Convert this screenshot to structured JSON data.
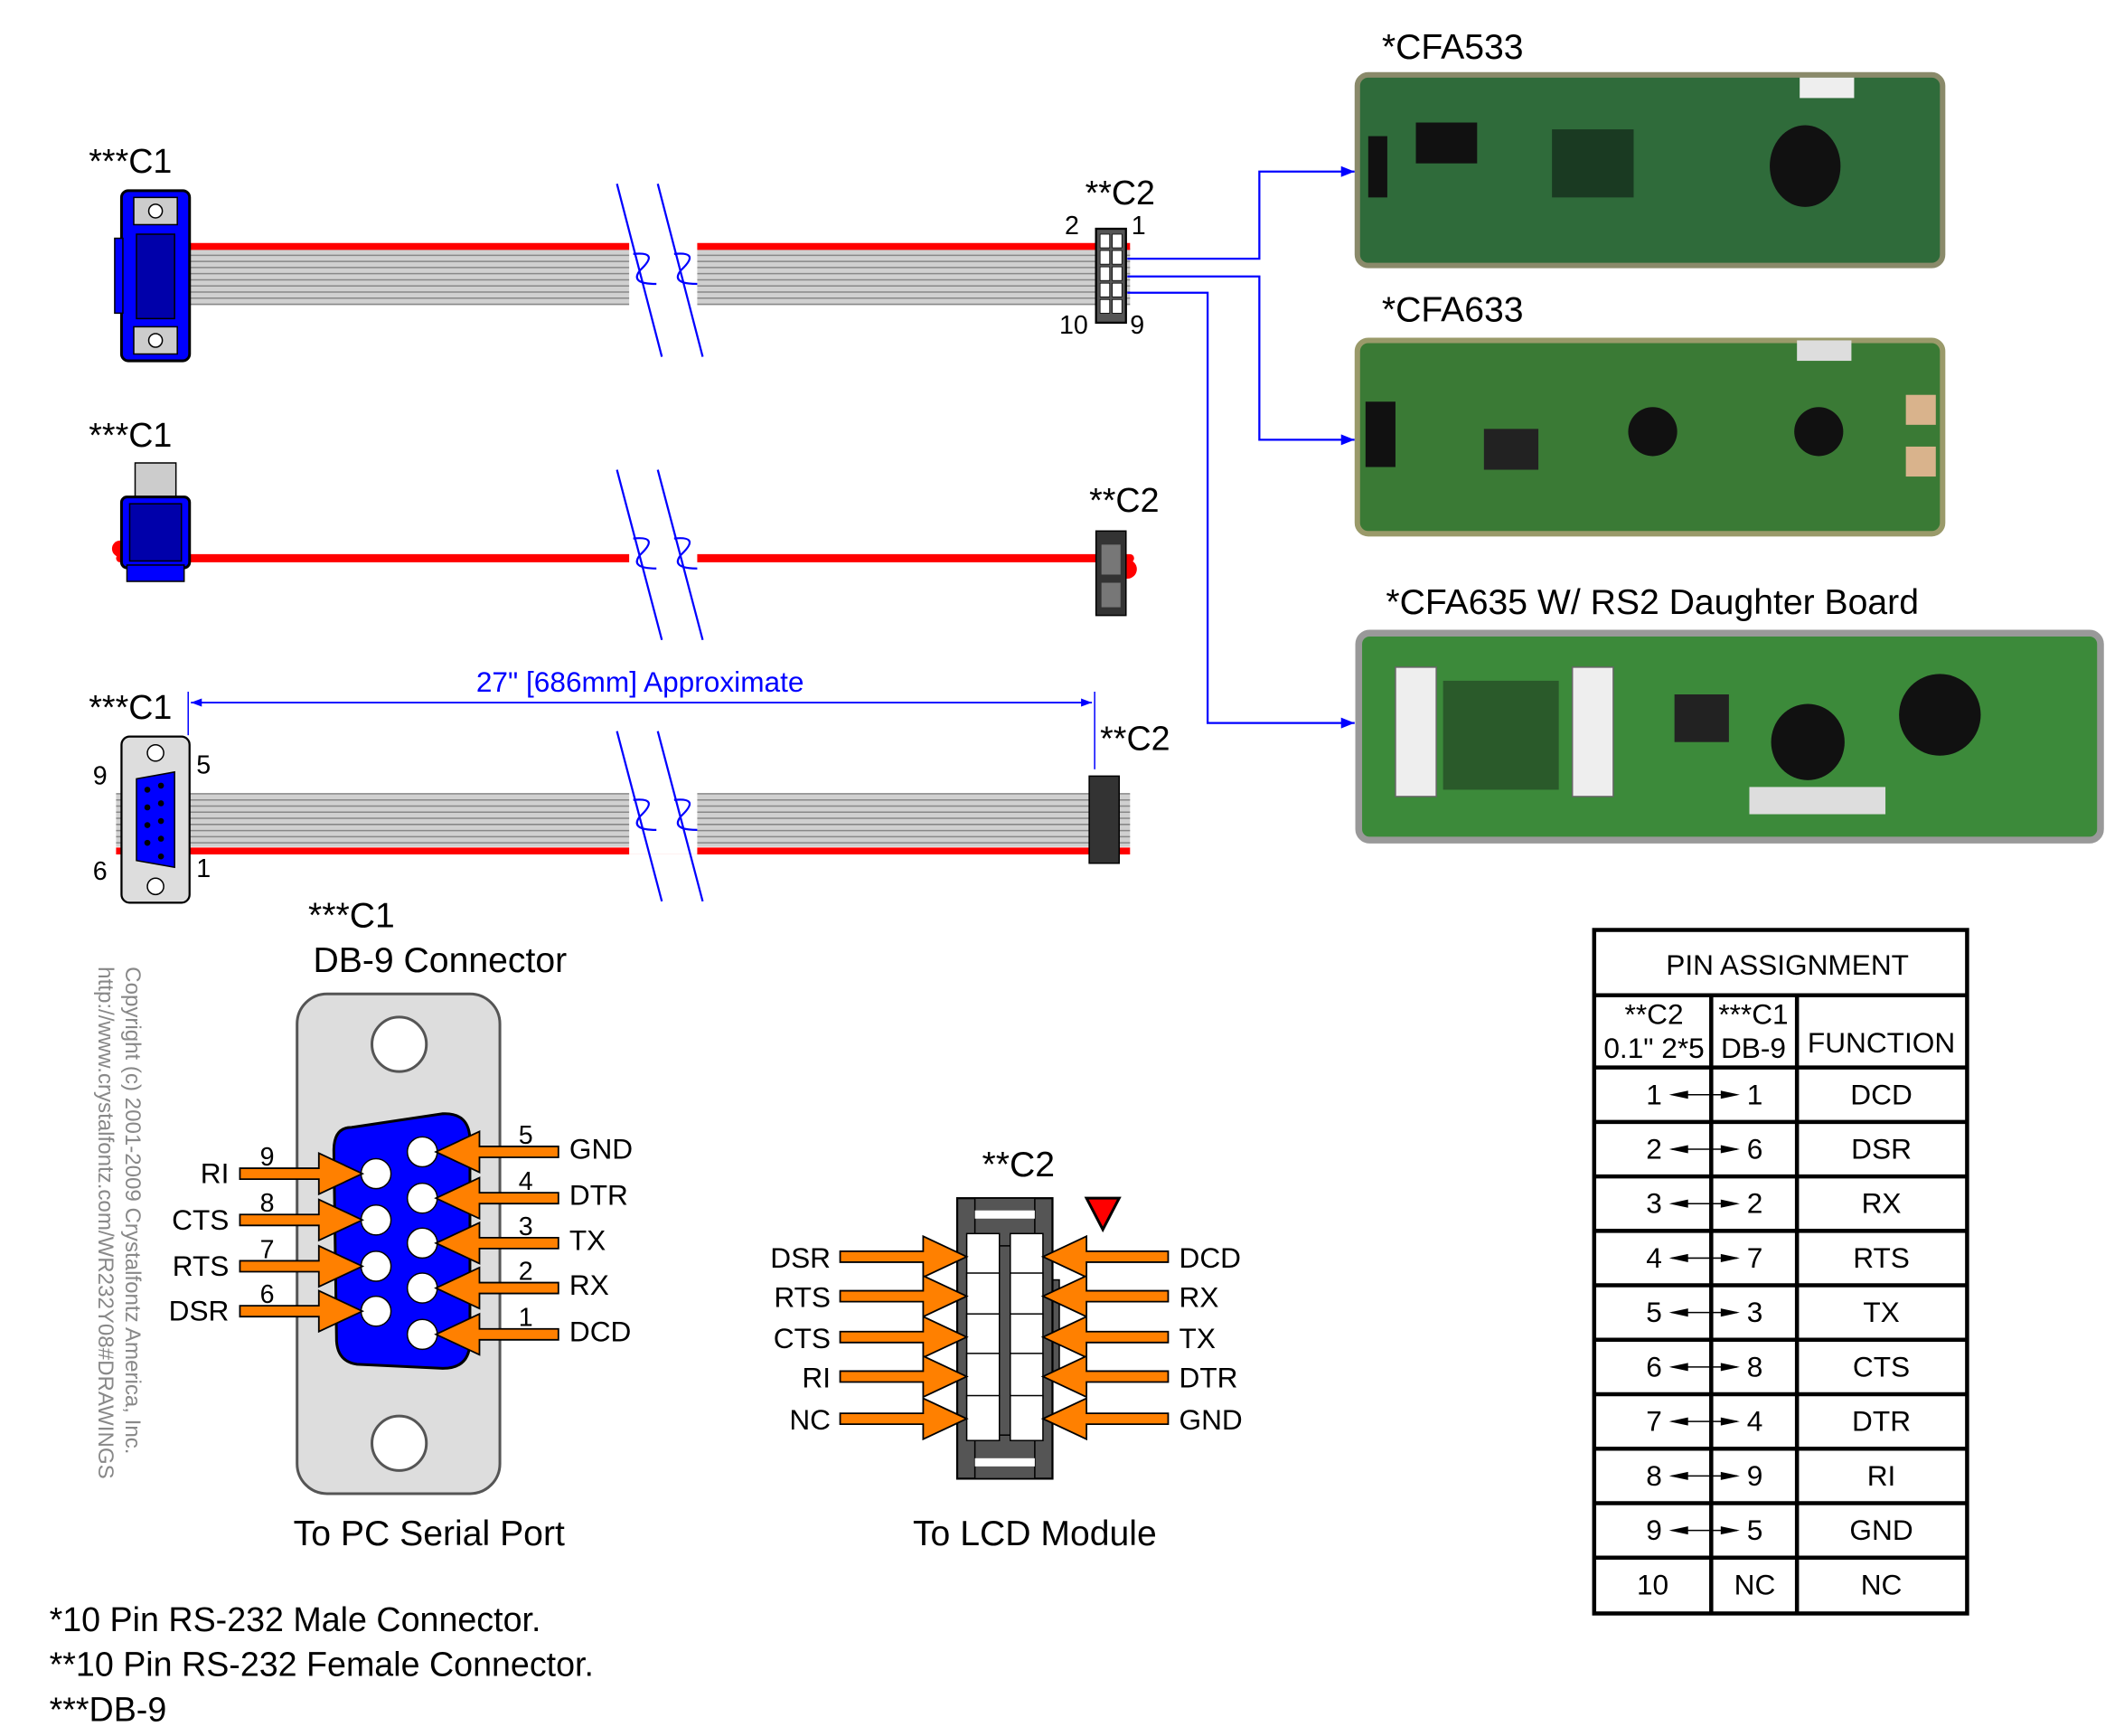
{
  "colors": {
    "cable_red": "#ff0000",
    "ribbon_gray": "#a0a0a0",
    "connector_blue": "#0000ff",
    "wire_blue": "#0000ff",
    "arrow_orange": "#ff8000",
    "connector_dark": "#505050",
    "pcb_green": "#2f6b3a"
  },
  "cables": {
    "c1_label": "***C1",
    "c2_label": "**C2",
    "pin_2": "2",
    "pin_1": "1",
    "pin_10": "10",
    "pin_9": "9",
    "db9_pin_9": "9",
    "db9_pin_5": "5",
    "db9_pin_6": "6",
    "db9_pin_1": "1",
    "length_label": "27\" [686mm] Approximate"
  },
  "modules": [
    {
      "label": "*CFA533"
    },
    {
      "label": "*CFA633"
    },
    {
      "label": "*CFA635 W/ RS2 Daughter Board"
    }
  ],
  "db9_detail": {
    "title1": "***C1",
    "title2": "DB-9 Connector",
    "caption": "To PC Serial Port",
    "left_pins": [
      {
        "name": "RI",
        "pin": "9"
      },
      {
        "name": "CTS",
        "pin": "8"
      },
      {
        "name": "RTS",
        "pin": "7"
      },
      {
        "name": "DSR",
        "pin": "6"
      }
    ],
    "right_pins": [
      {
        "name": "GND",
        "pin": "5"
      },
      {
        "name": "DTR",
        "pin": "4"
      },
      {
        "name": "TX",
        "pin": "3"
      },
      {
        "name": "RX",
        "pin": "2"
      },
      {
        "name": "DCD",
        "pin": "1"
      }
    ]
  },
  "c2_detail": {
    "title": "**C2",
    "caption": "To LCD Module",
    "left": [
      "DSR",
      "RTS",
      "CTS",
      "RI",
      "NC"
    ],
    "right": [
      "DCD",
      "RX",
      "TX",
      "DTR",
      "GND"
    ]
  },
  "copyright": {
    "line1": "Copyright (c) 2001-2009 Crystalfontz America, Inc.",
    "line2": "http://www.crystalfontz.com/WR232Y08#DRAWINGS"
  },
  "pin_table": {
    "title": "PIN ASSIGNMENT",
    "col1": [
      "**C2",
      "0.1\" 2*5"
    ],
    "col2": [
      "***C1",
      "DB-9"
    ],
    "col3": "FUNCTION",
    "rows": [
      {
        "c2": "1",
        "c1": "1",
        "fn": "DCD"
      },
      {
        "c2": "2",
        "c1": "6",
        "fn": "DSR"
      },
      {
        "c2": "3",
        "c1": "2",
        "fn": "RX"
      },
      {
        "c2": "4",
        "c1": "7",
        "fn": "RTS"
      },
      {
        "c2": "5",
        "c1": "3",
        "fn": "TX"
      },
      {
        "c2": "6",
        "c1": "8",
        "fn": "CTS"
      },
      {
        "c2": "7",
        "c1": "4",
        "fn": "DTR"
      },
      {
        "c2": "8",
        "c1": "9",
        "fn": "RI"
      },
      {
        "c2": "9",
        "c1": "5",
        "fn": "GND"
      },
      {
        "c2": "10",
        "c1": "NC",
        "fn": "NC"
      }
    ]
  },
  "footnotes": [
    "*10 Pin RS-232 Male Connector.",
    "**10 Pin RS-232 Female Connector.",
    "***DB-9"
  ]
}
